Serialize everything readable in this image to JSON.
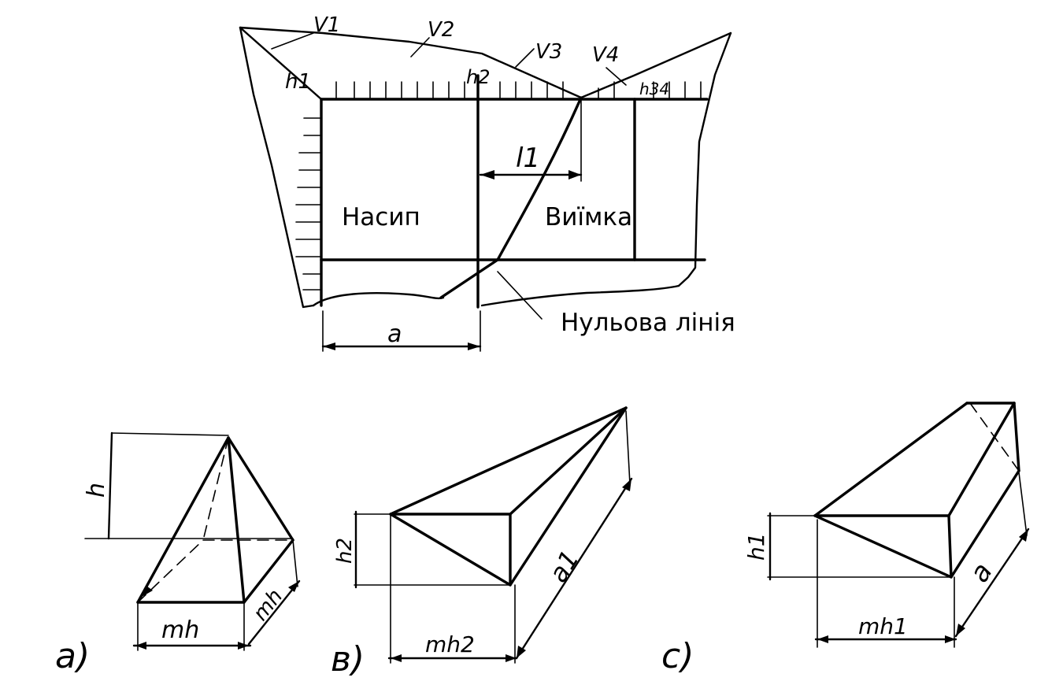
{
  "plan": {
    "volume_labels": [
      "V1",
      "V2",
      "V3",
      "V4"
    ],
    "height_labels": [
      "h1",
      "h2",
      "h34"
    ],
    "length_label": "l1",
    "fill_area_label": "Насип",
    "cut_area_label": "Виїмка",
    "zero_line_label": "Нульова лінія",
    "width_label": "a"
  },
  "solids": [
    {
      "caption": "a)",
      "height_label": "h",
      "base_width_label": "mh",
      "base_depth_label": "mh"
    },
    {
      "caption": "в)",
      "height_label": "h2",
      "base_width_label": "mh2",
      "length_label": "a1"
    },
    {
      "caption": "c)",
      "height_label": "h1",
      "base_width_label": "mh1",
      "length_label": "a"
    }
  ]
}
